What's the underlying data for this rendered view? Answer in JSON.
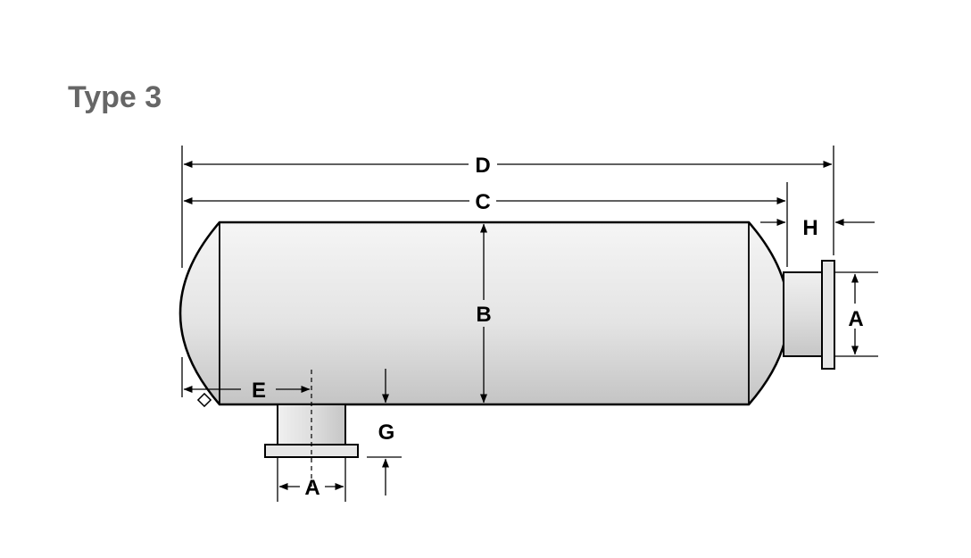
{
  "title": "Type 3",
  "labels": {
    "d": "D",
    "c": "C",
    "h": "H",
    "b": "B",
    "a_outlet": "A",
    "e": "E",
    "g": "G",
    "a_inlet": "A"
  },
  "colors": {
    "title": "#666666",
    "stroke": "#000000",
    "body_light": "#f4f4f4",
    "body_dark": "#c8c8c8"
  }
}
